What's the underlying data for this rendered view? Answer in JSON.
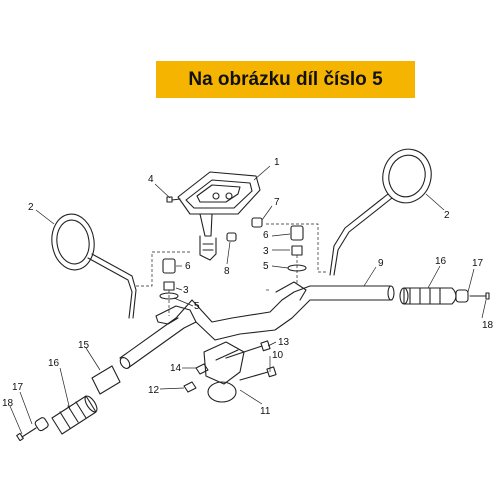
{
  "banner": {
    "text": "Na obrázku díl číslo 5",
    "color": "#f5b400"
  },
  "callouts": [
    {
      "id": "c1",
      "text": "1"
    },
    {
      "id": "c2a",
      "text": "2"
    },
    {
      "id": "c2b",
      "text": "2"
    },
    {
      "id": "c3a",
      "text": "3"
    },
    {
      "id": "c3b",
      "text": "3"
    },
    {
      "id": "c4",
      "text": "4"
    },
    {
      "id": "c5a",
      "text": "5"
    },
    {
      "id": "c5b",
      "text": "5"
    },
    {
      "id": "c6a",
      "text": "6"
    },
    {
      "id": "c6b",
      "text": "6"
    },
    {
      "id": "c7",
      "text": "7"
    },
    {
      "id": "c8",
      "text": "8"
    },
    {
      "id": "c9",
      "text": "9"
    },
    {
      "id": "c10",
      "text": "10"
    },
    {
      "id": "c11",
      "text": "11"
    },
    {
      "id": "c12",
      "text": "12"
    },
    {
      "id": "c13",
      "text": "13"
    },
    {
      "id": "c14",
      "text": "14"
    },
    {
      "id": "c15",
      "text": "15"
    },
    {
      "id": "c16a",
      "text": "16"
    },
    {
      "id": "c16b",
      "text": "16"
    },
    {
      "id": "c17a",
      "text": "17"
    },
    {
      "id": "c17b",
      "text": "17"
    },
    {
      "id": "c18a",
      "text": "18"
    },
    {
      "id": "c18b",
      "text": "18"
    }
  ]
}
